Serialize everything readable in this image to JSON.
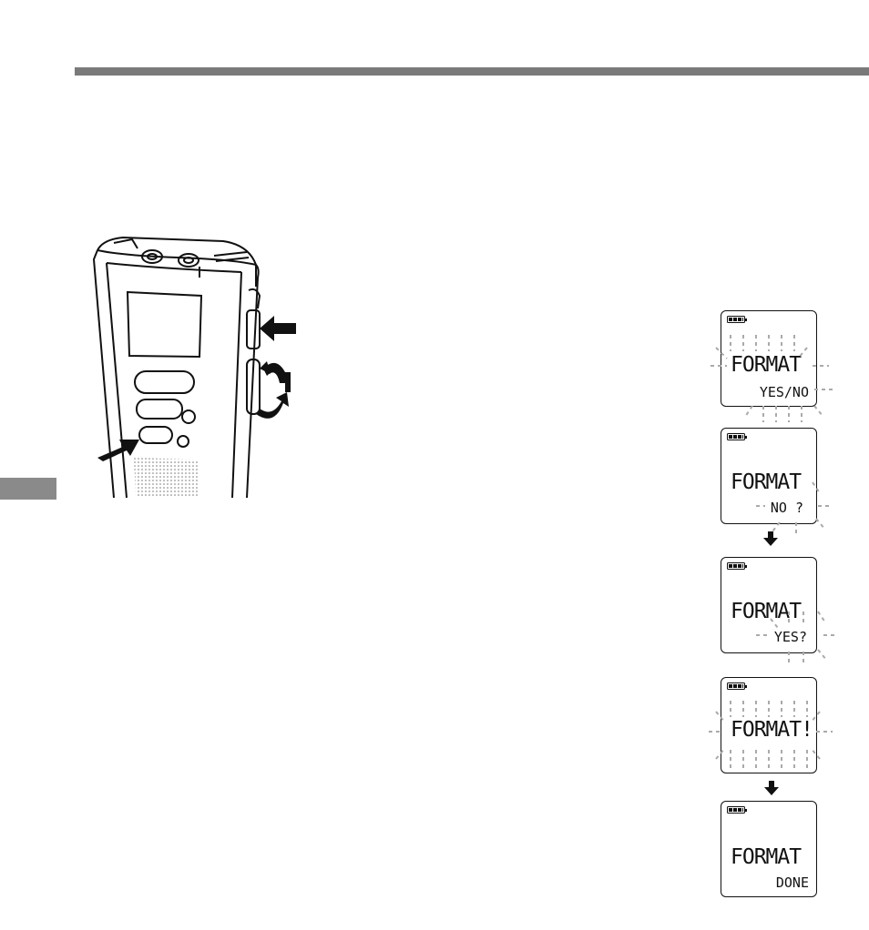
{
  "screens": [
    {
      "line1": "FORMAT",
      "line2": "YES/NO"
    },
    {
      "line1": "FORMAT",
      "line2": "NO ?"
    },
    {
      "line1": "FORMAT",
      "line2": "YES?"
    },
    {
      "line1": "FORMAT!",
      "line2": ""
    },
    {
      "line1": "FORMAT",
      "line2": "DONE"
    }
  ]
}
